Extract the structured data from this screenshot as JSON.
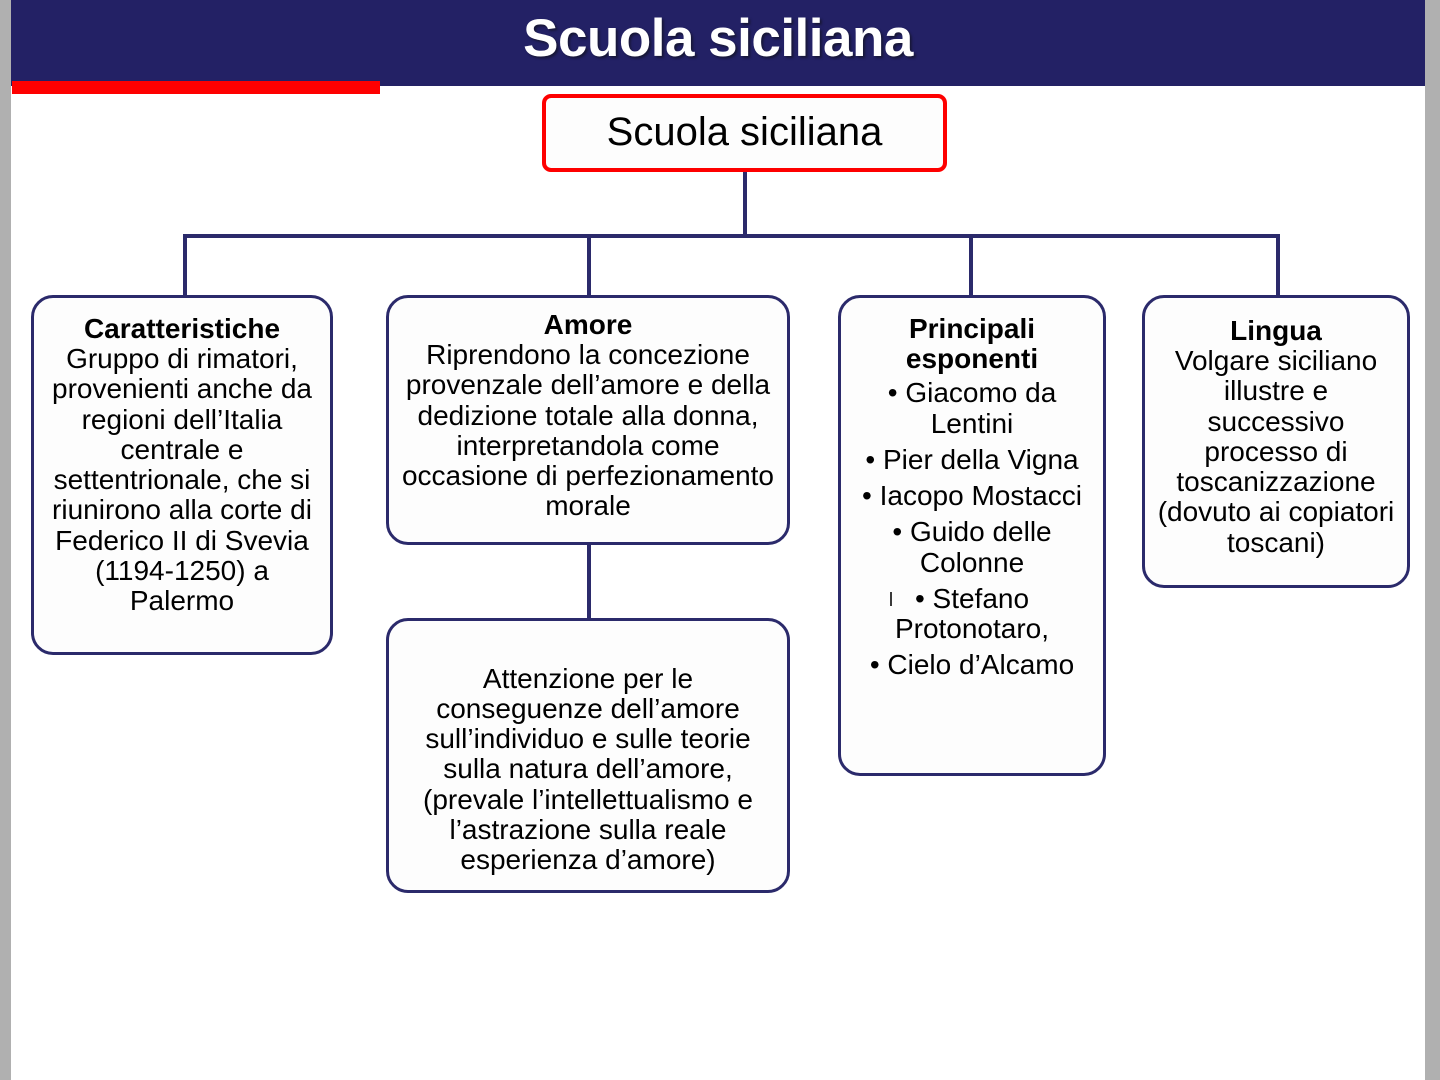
{
  "page": {
    "title": "Scuola siciliana",
    "accent_navy": "#232165",
    "accent_red": "#fe0000",
    "node_border": "#2b2a6b"
  },
  "header": {
    "title": "Scuola siciliana"
  },
  "diagram": {
    "root": {
      "label": "Scuola siciliana"
    },
    "nodes": [
      {
        "id": "caratteristiche",
        "title": "Caratteristiche",
        "body": "Gruppo di rimatori, provenienti anche da regioni dell’Italia centrale e settentrionale, che si riunirono alla corte di Federico II di Svevia (1194-1250) a Palermo"
      },
      {
        "id": "amore",
        "title": "Amore",
        "body": "Riprendono la concezione provenzale dell’amore e della dedizione totale alla donna, interpretandola come occasione di perfezionamento morale"
      },
      {
        "id": "amore-sub",
        "title": "",
        "body": "Attenzione per le conseguenze dell’amore sull’individuo e sulle teorie sulla natura dell’amore, (prevale l’intellettualismo e l’astrazione sulla reale esperienza d’amore)"
      },
      {
        "id": "esponenti",
        "title": "Principali esponenti",
        "items": [
          "Giacomo da Lentini",
          "Pier della Vigna",
          "Iacopo Mostacci",
          "Guido delle Colonne",
          "Stefano Protonotaro,",
          "Cielo d’Alcamo"
        ]
      },
      {
        "id": "lingua",
        "title": "Lingua",
        "body": "Volgare siciliano illustre e successivo processo di toscanizzazione (dovuto ai copiatori toscani)"
      }
    ]
  }
}
